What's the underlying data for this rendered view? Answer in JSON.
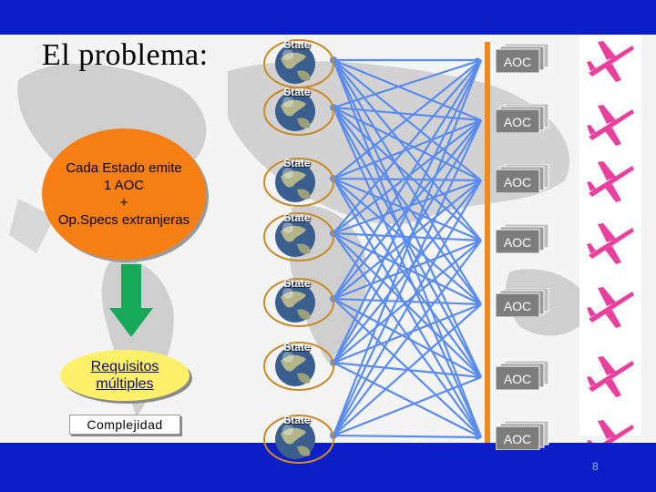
{
  "title": "El problema:",
  "orange_box": {
    "text": "Cada Estado emite\n1 AOC\n+\nOp.Specs extranjeras"
  },
  "requirements": {
    "text": "Requisitos\nmúltiples"
  },
  "complexity": {
    "text": "Complejidad"
  },
  "states": [
    "State",
    "State",
    "State",
    "State",
    "State",
    "State",
    "State"
  ],
  "aocs": [
    "AOC",
    "AOC",
    "AOC",
    "AOC",
    "AOC",
    "AOC",
    "AOC"
  ],
  "page_number": "8",
  "colors": {
    "bar_blue": "#0c1fc7",
    "network_lines": "#5a8cf0",
    "orange": "#f77f14",
    "yellow": "#fff06a",
    "aoc_box": "#7d7d7d",
    "plane": "#e8409c",
    "arrow_green": "#18a85a"
  },
  "icons": [
    "globe-icon",
    "airplane-icon",
    "down-arrow-icon",
    "world-map-background"
  ]
}
